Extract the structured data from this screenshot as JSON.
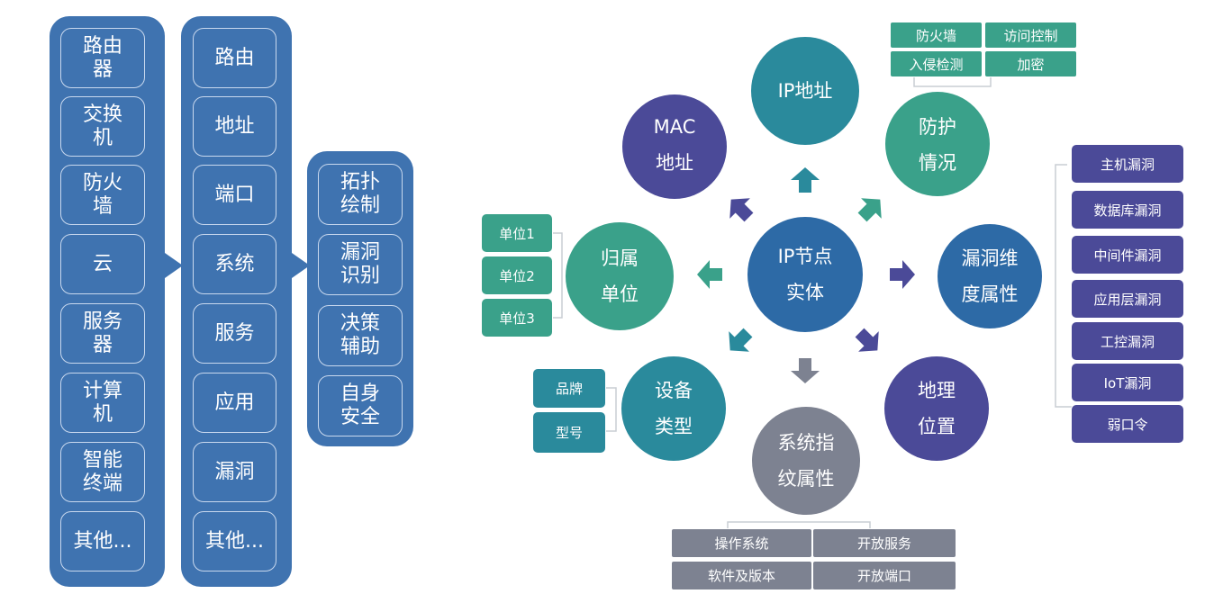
{
  "column1": {
    "items": [
      "路由器",
      "交换机",
      "防火墙",
      "云",
      "服务器",
      "计算机",
      "智能终端",
      "其他..."
    ]
  },
  "column2": {
    "items": [
      "路由",
      "地址",
      "端口",
      "系统",
      "服务",
      "应用",
      "漏洞",
      "其他..."
    ]
  },
  "column3": {
    "items": [
      "拓扑绘制",
      "漏洞识别",
      "决策辅助",
      "自身安全"
    ]
  },
  "center": {
    "label": "IP节点\n实体"
  },
  "nodes": {
    "ip_address": "IP地址",
    "mac_address": "MAC\n地址",
    "protection": "防护\n情况",
    "vulnerability": "漏洞维\n度属性",
    "geo_location": "地理\n位置",
    "fingerprint": "系统指\n纹属性",
    "device_type": "设备\n类型",
    "owner_unit": "归属\n单位"
  },
  "protection_items": [
    "防火墙",
    "访问控制",
    "入侵检测",
    "加密"
  ],
  "vulnerability_items": [
    "主机漏洞",
    "数据库漏洞",
    "中间件漏洞",
    "应用层漏洞",
    "工控漏洞",
    "IoT漏洞",
    "弱口令"
  ],
  "fingerprint_items": [
    "操作系统",
    "开放服务",
    "软件及版本",
    "开放端口"
  ],
  "device_items": [
    "品牌",
    "型号"
  ],
  "unit_items": [
    "单位1",
    "单位2",
    "单位3"
  ],
  "colors": {
    "column_blue": "#3f73b0",
    "center_blue": "#2d6aa6",
    "teal": "#2a8a9c",
    "green": "#3aa18a",
    "purple": "#4b4a98",
    "gray": "#7d8291"
  }
}
